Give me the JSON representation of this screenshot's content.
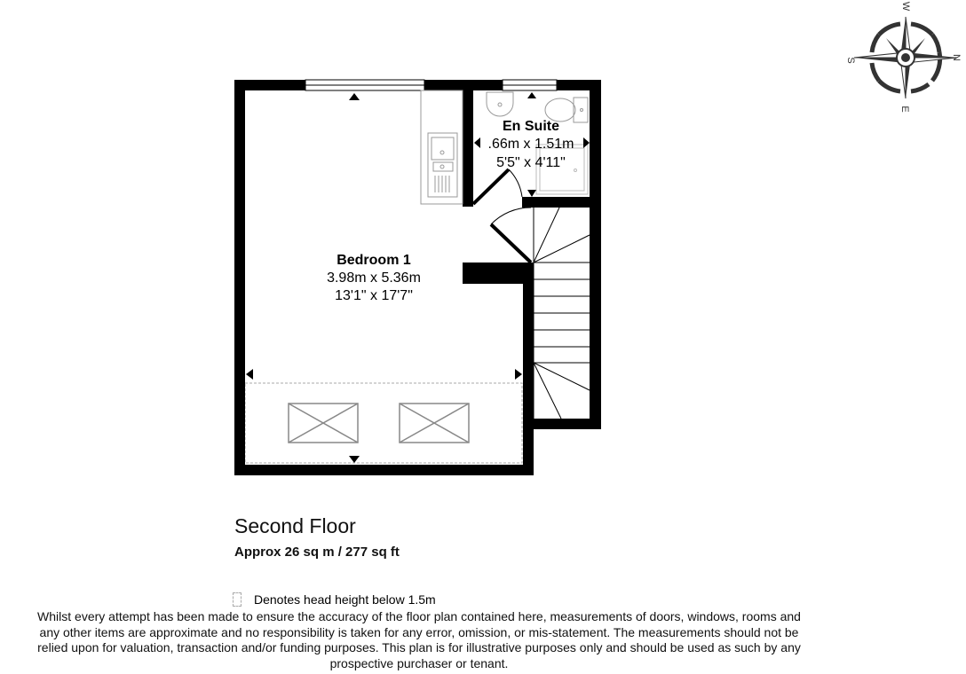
{
  "compass": {
    "top": "W",
    "bottom": "E",
    "left": "S",
    "right": "N"
  },
  "rooms": [
    {
      "name": "Bedroom 1",
      "metric": "3.98m x 5.36m",
      "imperial": "13'1\" x 17'7\""
    },
    {
      "name": "En Suite",
      "metric": ".66m x 1.51m",
      "imperial": "5'5\" x 4'11\""
    }
  ],
  "floor": {
    "title": "Second Floor",
    "area": "Approx 26 sq m / 277 sq ft"
  },
  "legend": {
    "head_height": "Denotes head height below 1.5m"
  },
  "disclaimer": {
    "lines": [
      "Whilst every attempt has been made to ensure the accuracy of the floor plan contained here, measurements of doors, windows, rooms and",
      "any other items are approximate and no responsibility is taken for any error, omission, or mis-statement. The measurements should not be",
      "relied upon for valuation, transaction and/or funding purposes. This plan is for illustrative purposes only and should be used as such by any",
      "prospective purchaser or tenant."
    ]
  },
  "colors": {
    "wall": "#000000",
    "fixture": "#999999",
    "low_ceiling": "#aaaaaa"
  }
}
